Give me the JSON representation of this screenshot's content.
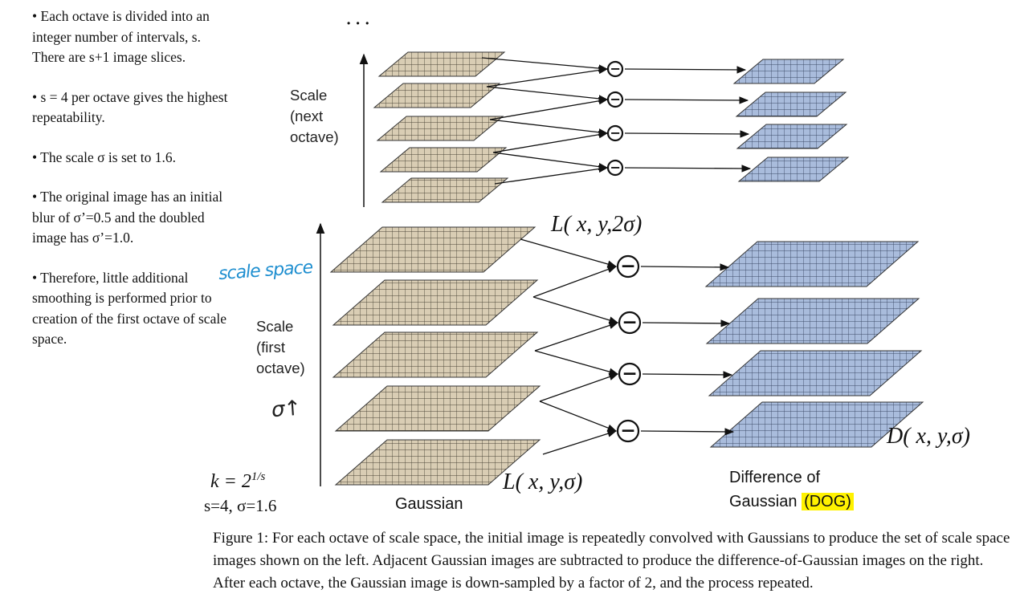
{
  "bullets": [
    "• Each octave is divided into an integer number of intervals, s.  There are s+1 image slices.",
    "• s = 4 per octave gives the highest repeatability.",
    "• The scale σ is set to 1.6.",
    "• The original image has an initial blur of σ’=0.5 and the doubled image has σ’=1.0.",
    "• Therefore, little additional smoothing is performed prior to creation of the first octave of scale space."
  ],
  "annotations": {
    "ellipsis": "• • •",
    "scale_next": "Scale\n(next\noctave)",
    "scale_first": "Scale\n(first\noctave)",
    "handwritten_scale_space": "scale space",
    "handwritten_sigma": "σ↑",
    "k_formula": "k  =  2",
    "k_exponent": "1/s",
    "s_sigma": "s=4, σ=1.6",
    "label_L2": "L( x, y,2σ)",
    "label_L1": "L( x, y,σ)",
    "label_D": "D( x, y,σ)",
    "gaussian": "Gaussian",
    "dog_line1": "Difference of",
    "dog_line2": "Gaussian",
    "dog_highlight": "(DOG)",
    "minus": "−"
  },
  "caption": "Figure 1: For each octave of scale space, the initial image is repeatedly convolved with Gaussians to produce the set of scale space images shown on the left.  Adjacent Gaussian images are subtracted to produce the difference-of-Gaussian images on the right.  After each octave, the Gaussian image is down-sampled by a factor of 2, and the process repeated.",
  "colors": {
    "gaussian_fill": "#d9cdb4",
    "dog_fill": "#a9bcdc",
    "highlight": "#fff200",
    "handwriting": "#1f8fd0"
  }
}
